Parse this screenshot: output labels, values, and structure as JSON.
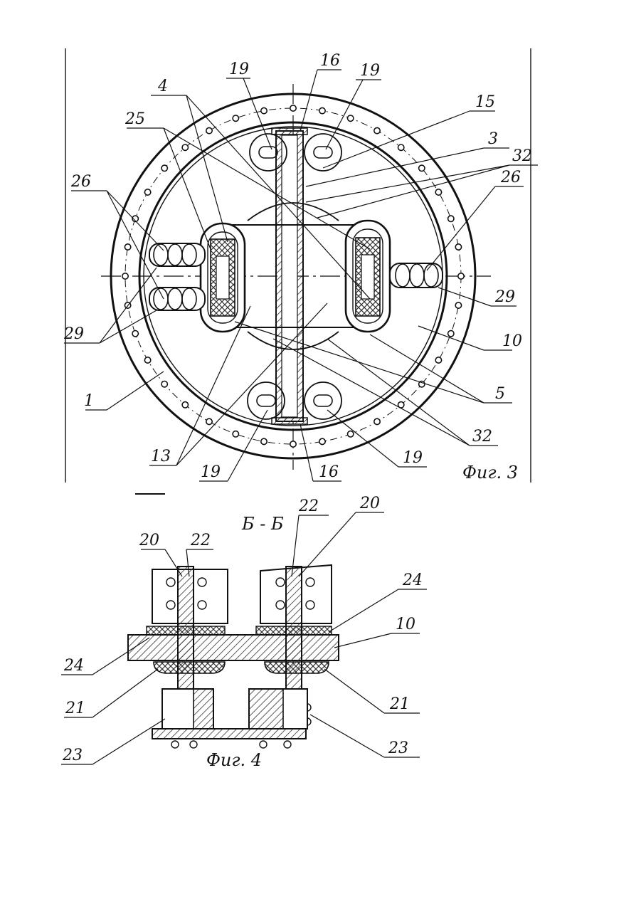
{
  "figure3": {
    "caption": "Фиг. 3",
    "labels": {
      "l16_top": "16",
      "l19_tl": "19",
      "l19_tr": "19",
      "l4": "4",
      "l15": "15",
      "l25": "25",
      "l3": "3",
      "l32_tr": "32",
      "l26_l": "26",
      "l26_r": "26",
      "l29_r": "29",
      "l29_l": "29",
      "l10": "10",
      "l1": "1",
      "l5": "5",
      "l32_br": "32",
      "l13": "13",
      "l19_bl": "19",
      "l16_bot": "16",
      "l19_br": "19"
    }
  },
  "figure4": {
    "caption": "Фиг. 4",
    "section": "Б - Б",
    "labels": {
      "l22_r": "22",
      "l20_r": "20",
      "l20_l": "20",
      "l22_l": "22",
      "l24_r": "24",
      "l10": "10",
      "l24_l": "24",
      "l21_l": "21",
      "l21_r": "21",
      "l23_l": "23",
      "l23_r": "23"
    }
  },
  "palette": {
    "ink": "#111111",
    "paper": "#ffffff",
    "hatch": "#333333"
  }
}
